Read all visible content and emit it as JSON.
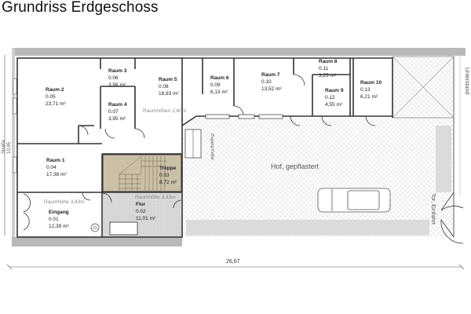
{
  "title": "Grundriss Erdgeschoss",
  "rooms": [
    {
      "name": "Raum 2",
      "number": "0.05",
      "area": "23,71 m²"
    },
    {
      "name": "Raum 3",
      "number": "0.06",
      "area": "3,58 m²"
    },
    {
      "name": "Raum 4",
      "number": "0.07",
      "area": "3,95 m²"
    },
    {
      "name": "Raum 5",
      "number": "0.08",
      "area": "18,93 m²"
    },
    {
      "name": "Raum 6",
      "number": "0.09",
      "area": "6,13 m²"
    },
    {
      "name": "Raum 7",
      "number": "0.10",
      "area": "13,52 m²"
    },
    {
      "name": "Raum 8",
      "number": "0.11",
      "area": "3,25 m²"
    },
    {
      "name": "Raum 9",
      "number": "0.12",
      "area": "4,55 m²"
    },
    {
      "name": "Raum 10",
      "number": "0.13",
      "area": "6,21 m²"
    },
    {
      "name": "Raum 1",
      "number": "0.04",
      "area": "17,38 m²"
    },
    {
      "name": "Treppe",
      "number": "0.03",
      "area": "8,72 m²"
    },
    {
      "name": "Eingang",
      "number": "0.01",
      "area": "12,39 m²"
    },
    {
      "name": "Flur",
      "number": "0.02",
      "area": "11,01 m²"
    }
  ],
  "notes": {
    "ceiling_upper": "Raumhöhen 2,60m",
    "ceiling_entrance": "Raumhöhe 3,43m",
    "ceiling_hall": "Raumhöhe 3,43m",
    "cellar_access": "Zugang Keller",
    "yard": "Hof, gepflastert",
    "shelter": "Unterstand",
    "gate": "Tor, Einfahrt",
    "street": "Straße"
  },
  "dimensions": {
    "width": "26,67",
    "depth": "10,95"
  },
  "colors": {
    "stair_fill": "#cbbfa6",
    "hall_fill": "#dcdcdc",
    "wall": "#333333",
    "roof_band": "#b7b7b7"
  }
}
